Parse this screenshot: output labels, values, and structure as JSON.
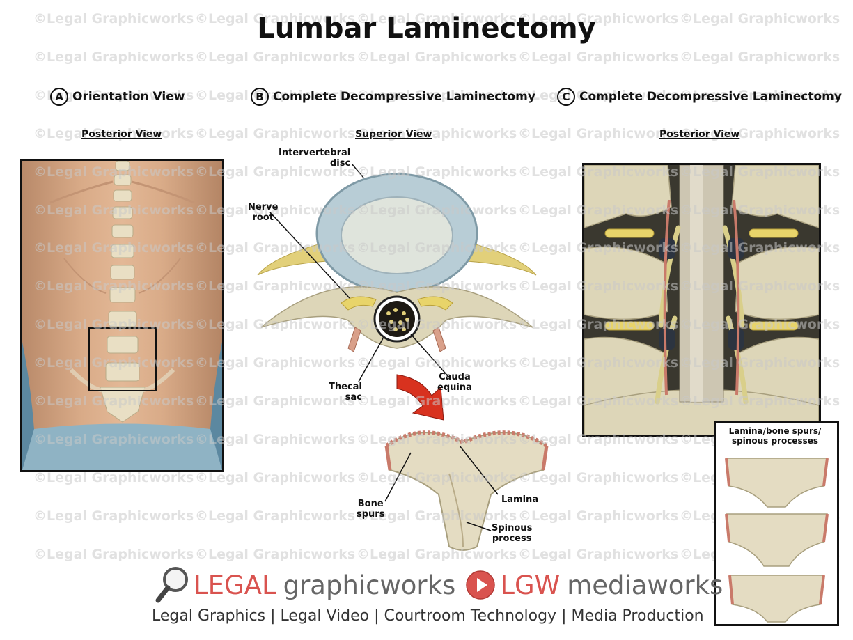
{
  "title": "Lumbar Laminectomy",
  "watermark_text": "©Legal Graphicworks",
  "panels": [
    {
      "letter": "A",
      "heading": "Orientation View",
      "view": "Posterior View"
    },
    {
      "letter": "B",
      "heading": "Complete Decompressive Laminectomy",
      "view": "Superior View"
    },
    {
      "letter": "C",
      "heading": "Complete Decompressive Laminectomy",
      "view": "Posterior View"
    }
  ],
  "labels": {
    "intervertebral_disc": [
      "Intervertebral",
      "disc"
    ],
    "nerve_root": [
      "Nerve",
      "root"
    ],
    "thecal_sac": [
      "Thecal",
      "sac"
    ],
    "cauda_equina": [
      "Cauda",
      "equina"
    ],
    "bone_spurs": [
      "Bone",
      "spurs"
    ],
    "lamina": "Lamina",
    "spinous_process": [
      "Spinous",
      "process"
    ]
  },
  "inset_title": [
    "Lamina/bone spurs/",
    "spinous processes"
  ],
  "footer": {
    "legal": "LEGAL",
    "graphicworks": "graphicworks",
    "lgw": "LGW",
    "mediaworks": "mediaworks",
    "tagline": "Legal Graphics | Legal Video | Courtroom Technology | Media Production"
  },
  "colors": {
    "brand_red": "#d9534f",
    "brand_gray": "#666666",
    "frame": "#111111"
  }
}
